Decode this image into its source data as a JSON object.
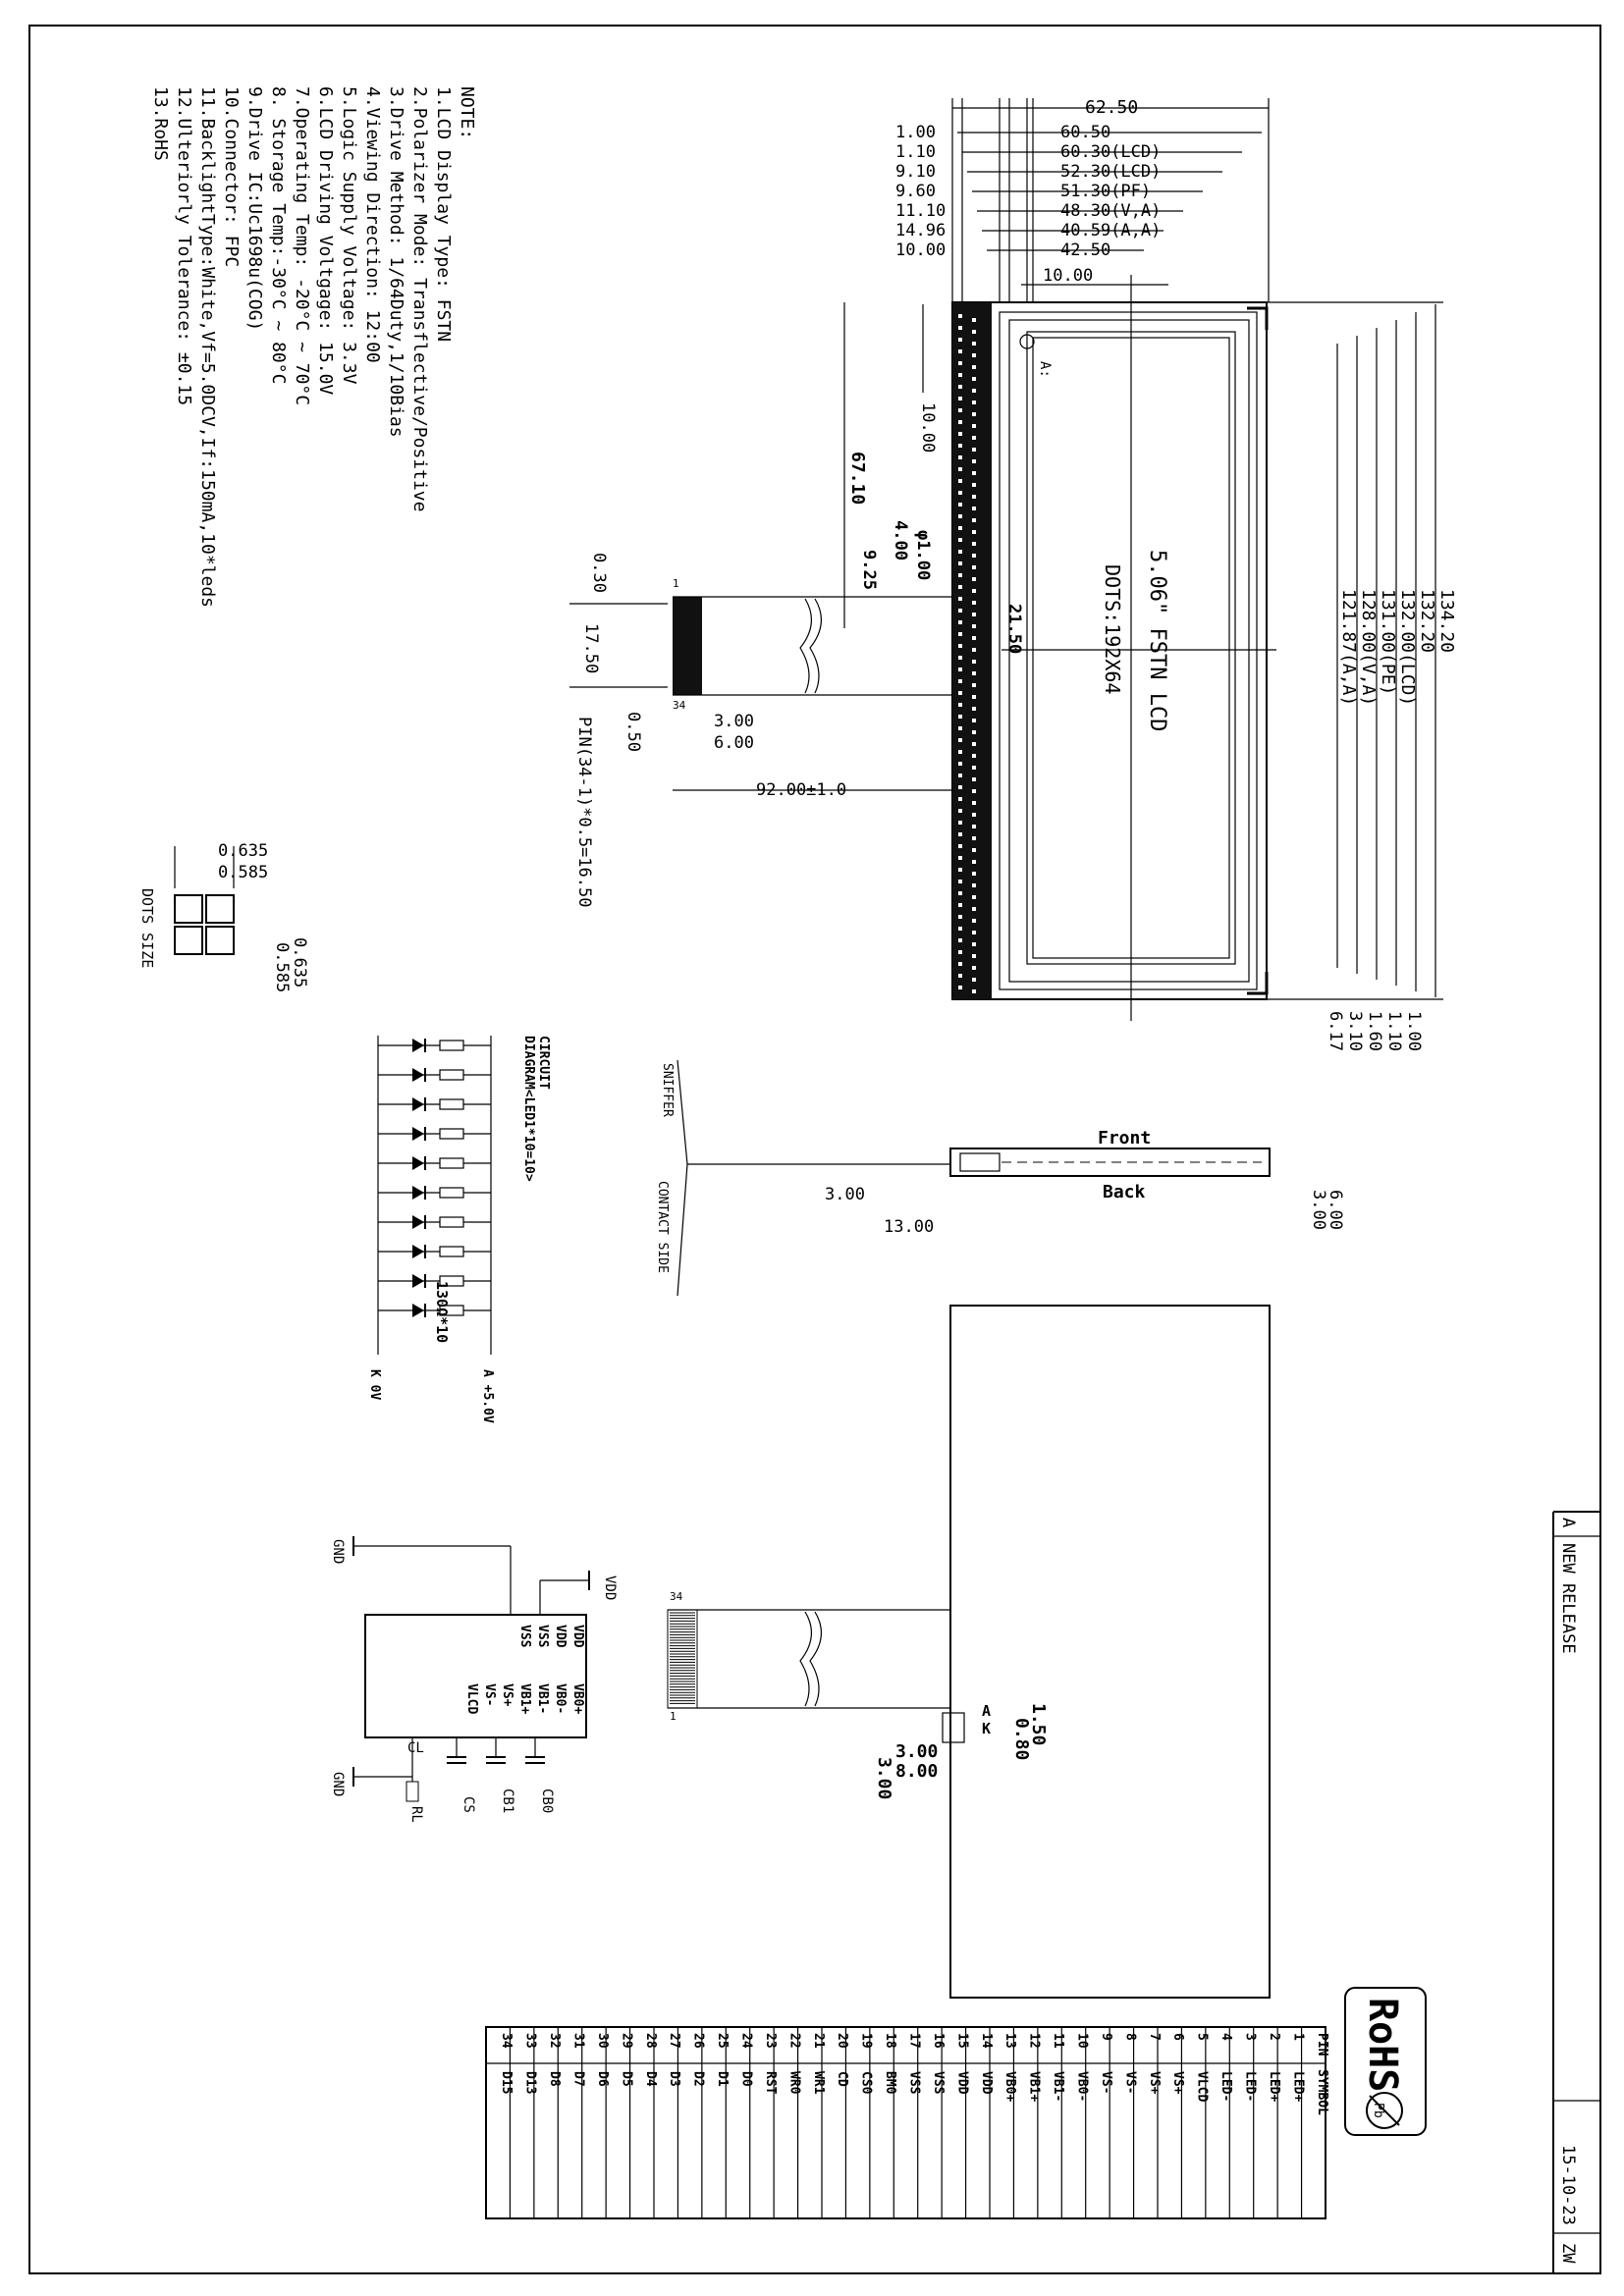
{
  "notes": {
    "heading": "NOTE:",
    "items": [
      "1.LCD Display Type: FSTN",
      "2.Polarizer Mode: Transflective/Positive",
      "3.Drive Method: 1/64Duty,1/10Bias",
      "4.Viewing Direction: 12:00",
      "5.Logic Supply Voltage: 3.3V",
      "6.LCD Driving Voltgage: 15.0V",
      "7.Operating Temp: -20°C ~ 70°C",
      "8. Storage Temp:-30°C ~ 80°C",
      "9.Drive IC:Uc1698u(COG)",
      "10.Connector: FPC",
      "11.BacklightType:White,Vf=5.0DCV,If:150mA,10*leds",
      "12.Ulteriorly Tolerance: ±0.15",
      "13.RoHS"
    ]
  },
  "front_view": {
    "top_dims": [
      {
        "left": "1.00",
        "right": "60.50"
      },
      {
        "left": "1.10",
        "right": "60.30(LCD)"
      },
      {
        "left": "9.10",
        "right": "52.30(LCD)"
      },
      {
        "left": "9.60",
        "right": "51.30(PF)"
      },
      {
        "left": "11.10",
        "right": "48.30(V,A)"
      },
      {
        "left": "14.96",
        "right": "40.59(A,A)"
      },
      {
        "left": "10.00",
        "right": "42.50"
      }
    ],
    "top_total": "62.50",
    "inner_10": "10.00",
    "right_dims": [
      "134.20",
      "132.20",
      "132.00(LCD)",
      "131.00(PE)",
      "128.00(V,A)",
      "121.87(A,A)"
    ],
    "bottom_small": [
      "1.00",
      "1.10",
      "1.60",
      "3.10",
      "6.17"
    ],
    "lcd_title": "5.06\" FSTN LCD",
    "lcd_dots": "DOTS:192X64",
    "a_label": "A:",
    "left_10": "10.00",
    "d_67": "67.10",
    "d_4": "4.00",
    "d_phi": "φ1.00",
    "d_925": "9.25",
    "d_2150": "21.50",
    "d_92": "92.00±1.0",
    "d_030": "0.30",
    "d_1750": "17.50",
    "d_050": "0.50",
    "d_300": "3.00",
    "d_600": "6.00",
    "pin_formula": "PIN(34-1)*0.5=16.50",
    "pin1": "1",
    "pin34": "34"
  },
  "dots_size": {
    "label": "DOTS SIZE",
    "w1": "0.635",
    "w2": "0.585",
    "h1": "0.635",
    "h2": "0.585"
  },
  "side_view": {
    "front": "Front",
    "back": "Back",
    "d_3": "3.00",
    "d_13": "13.00",
    "d_6": "6.00",
    "d_3b": "3.00",
    "stiffener": "SNIFFER",
    "contact": "CONTACT SIDE"
  },
  "backlight_circuit": {
    "title_1": "CIRCUIT",
    "title_2": "DIAGRAM<LED1*10=10>",
    "resistor": "130Ω*10",
    "anode": "A +5.0V",
    "cathode": "K 0V"
  },
  "back_view": {
    "pin34": "34",
    "pin1": "1",
    "a": "A",
    "k": "K",
    "d_150": "1.50",
    "d_080": "0.80",
    "d_300": "3.00",
    "d_800": "8.00",
    "d_300b": "3.00"
  },
  "ic_circuit": {
    "gnd_top": "GND",
    "gnd_bottom": "GND",
    "vdd": "VDD",
    "left_pins": [
      "VDD",
      "VDD",
      "VSS",
      "VSS"
    ],
    "right_pins": [
      "VB0+",
      "VB0-",
      "VB1-",
      "VB1+",
      "VS+",
      "VS-",
      "VLCD"
    ],
    "cb0": "CB0",
    "cb1": "CB1",
    "cs": "CS",
    "cl": "CL",
    "rl": "RL"
  },
  "pin_table": {
    "headers": [
      "PIN",
      "SYMBOL"
    ],
    "rows": [
      [
        "1",
        "LED+"
      ],
      [
        "2",
        "LED+"
      ],
      [
        "3",
        "LED-"
      ],
      [
        "4",
        "LED-"
      ],
      [
        "5",
        "VLCD"
      ],
      [
        "6",
        "VS+"
      ],
      [
        "7",
        "VS+"
      ],
      [
        "8",
        "VS-"
      ],
      [
        "9",
        "VS-"
      ],
      [
        "10",
        "VB0-"
      ],
      [
        "11",
        "VB1-"
      ],
      [
        "12",
        "VB1+"
      ],
      [
        "13",
        "VB0+"
      ],
      [
        "14",
        "VDD"
      ],
      [
        "15",
        "VDD"
      ],
      [
        "16",
        "VSS"
      ],
      [
        "17",
        "VSS"
      ],
      [
        "18",
        "BM0"
      ],
      [
        "19",
        "CS0"
      ],
      [
        "20",
        "CD"
      ],
      [
        "21",
        "WR1"
      ],
      [
        "22",
        "WR0"
      ],
      [
        "23",
        "RST"
      ],
      [
        "24",
        "D0"
      ],
      [
        "25",
        "D1"
      ],
      [
        "26",
        "D2"
      ],
      [
        "27",
        "D3"
      ],
      [
        "28",
        "D4"
      ],
      [
        "29",
        "D5"
      ],
      [
        "30",
        "D6"
      ],
      [
        "31",
        "D7"
      ],
      [
        "32",
        "D8"
      ],
      [
        "33",
        "D13"
      ],
      [
        "34",
        "D15"
      ]
    ]
  },
  "title_block": {
    "rev": "A",
    "desc": "NEW RELEASE",
    "date": "15-10-23",
    "by": "ZW"
  },
  "logo": {
    "text": "RoHS",
    "pb": "Pb"
  }
}
